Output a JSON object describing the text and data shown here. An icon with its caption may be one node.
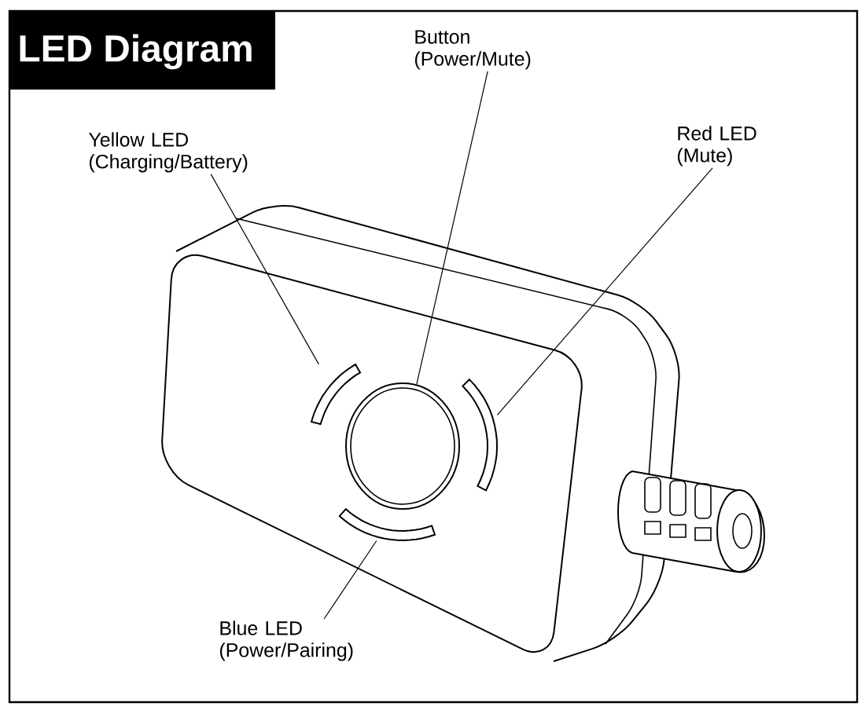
{
  "diagram": {
    "title": "LED Diagram",
    "nodes": [
      {
        "text": [
          "Yellow LED (Charging/Battery)"
        ]
      },
      {
        "text": [
          "Button (Power/Mute)"
        ]
      },
      {
        "text": [
          "Red LED (Mute)"
        ]
      },
      {
        "text": [
          "Blue LED (Power/Pairing)"
        ]
      },
      {
        "text": [],
        "shape": "arc"
      },
      {
        "text": [],
        "shape": "circle"
      },
      {
        "text": [],
        "shape": "arc"
      },
      {
        "text": [],
        "shape": "arc"
      }
    ],
    "edges": [
      {
        "from": 0,
        "to": 4,
        "arrow": "none"
      },
      {
        "from": 1,
        "to": 5,
        "arrow": "none"
      },
      {
        "from": 2,
        "to": 6,
        "arrow": "none"
      },
      {
        "from": 3,
        "to": 7,
        "arrow": "none"
      }
    ]
  }
}
